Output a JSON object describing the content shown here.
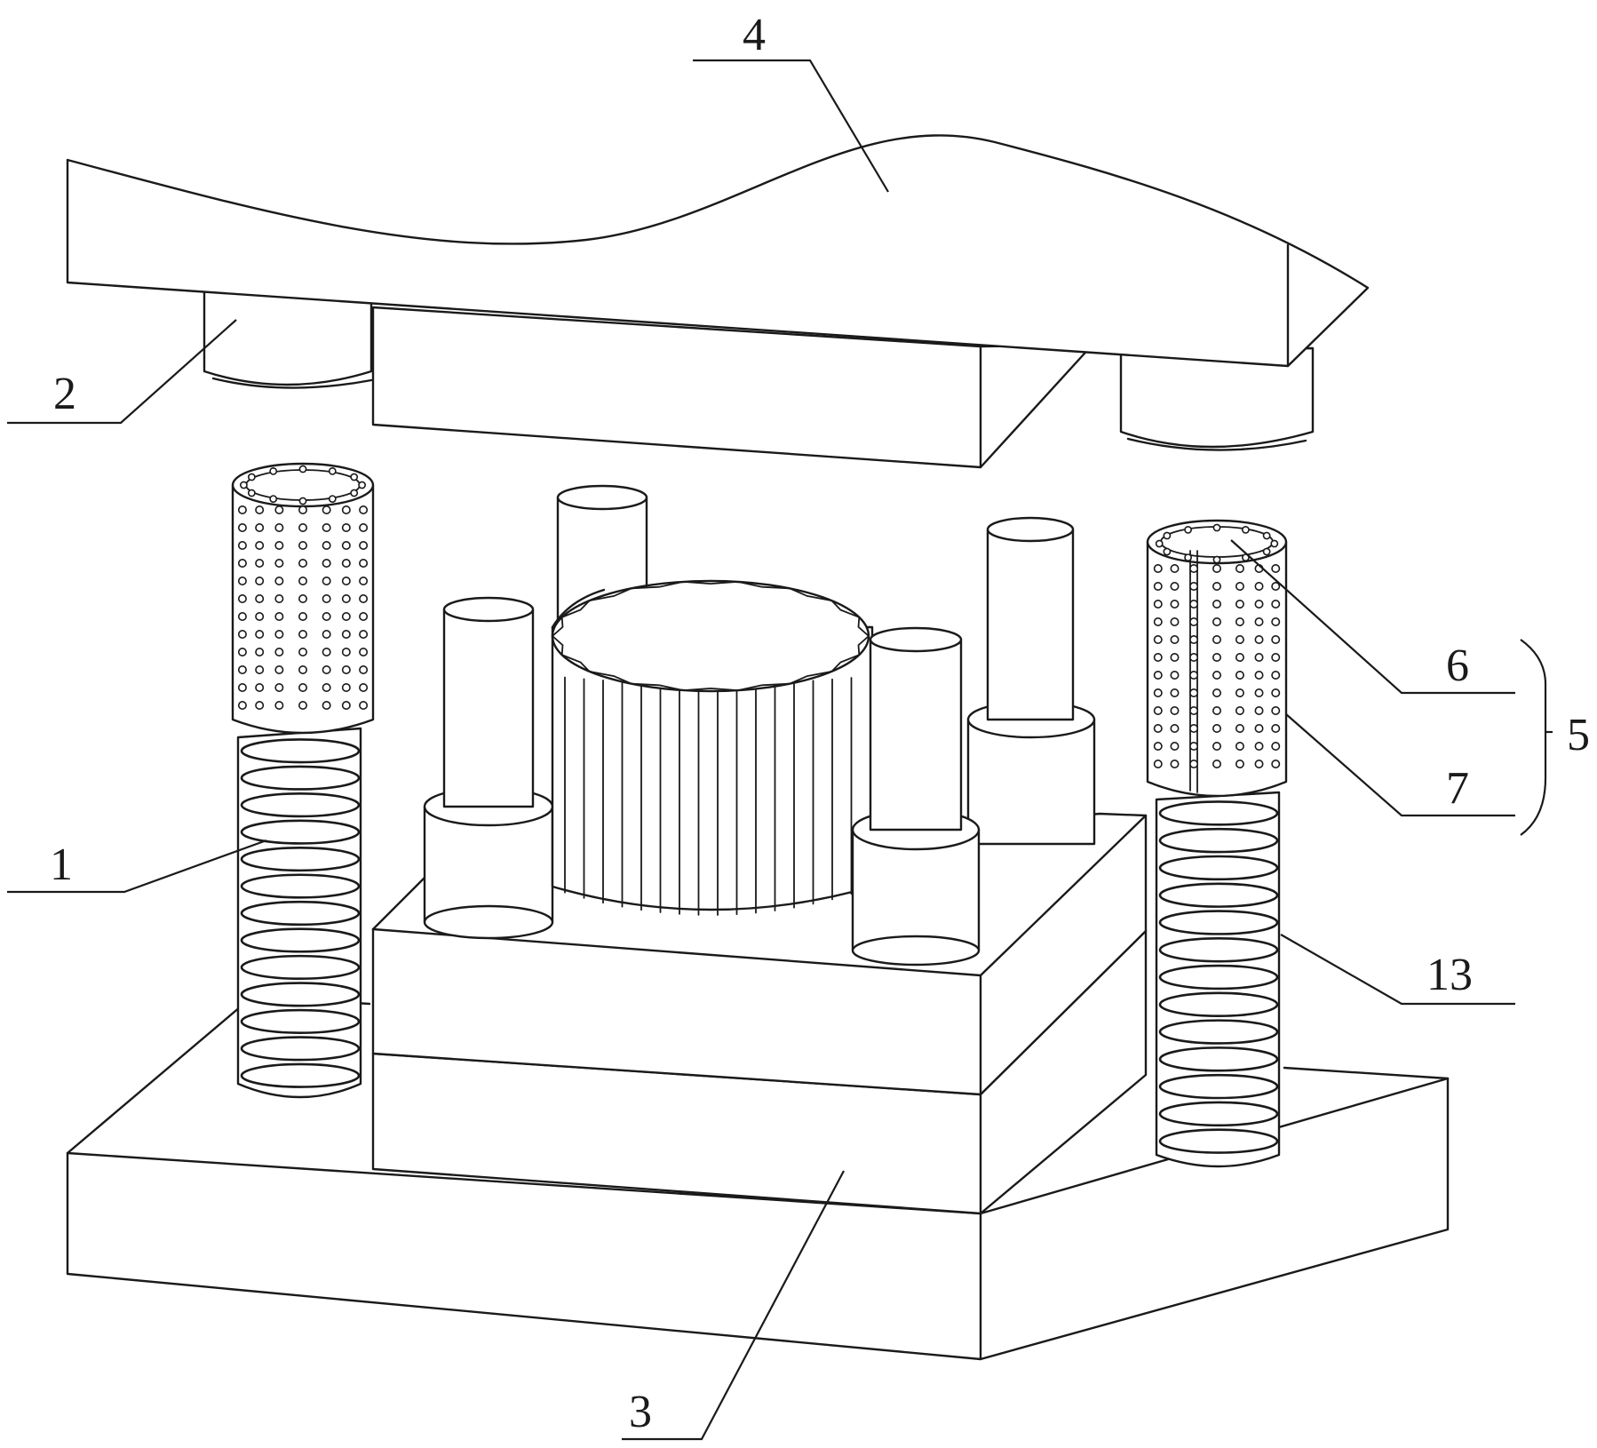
{
  "labels": {
    "l1": "1",
    "l2": "2",
    "l3": "3",
    "l4": "4",
    "l5": "5",
    "l6": "6",
    "l7": "7",
    "l13": "13"
  }
}
